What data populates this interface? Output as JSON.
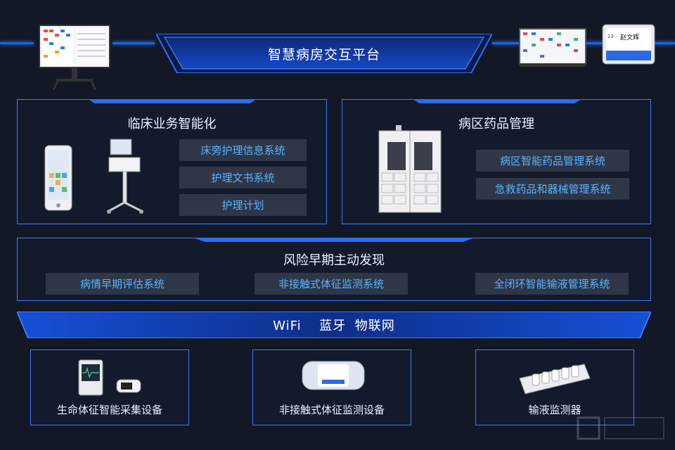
{
  "header": {
    "title": "智慧病房交互平台"
  },
  "clinical": {
    "title": "临床业务智能化",
    "systems": [
      "床旁护理信息系统",
      "护理文书系统",
      "护理计划"
    ]
  },
  "pharmacy": {
    "title": "病区药品管理",
    "systems": [
      "病区智能药品管理系统",
      "急救药品和器械管理系统"
    ]
  },
  "risk": {
    "title": "风险早期主动发现",
    "systems": [
      "病情早期评估系统",
      "非接触式体征监测系统",
      "全闭环智能输液管理系统"
    ]
  },
  "network": {
    "label": "WiFi  蓝牙 物联网"
  },
  "devices": [
    {
      "label": "生命体征智能采集设备"
    },
    {
      "label": "非接触式体征监测设备"
    },
    {
      "label": "输液监测器"
    }
  ],
  "terminal": {
    "patient_name": "赵文辉",
    "bed": "23"
  },
  "colors": {
    "accent": "#3b7bff",
    "system_text": "#56b4ff",
    "background": "#131826",
    "system_bg": "#2e3648"
  }
}
